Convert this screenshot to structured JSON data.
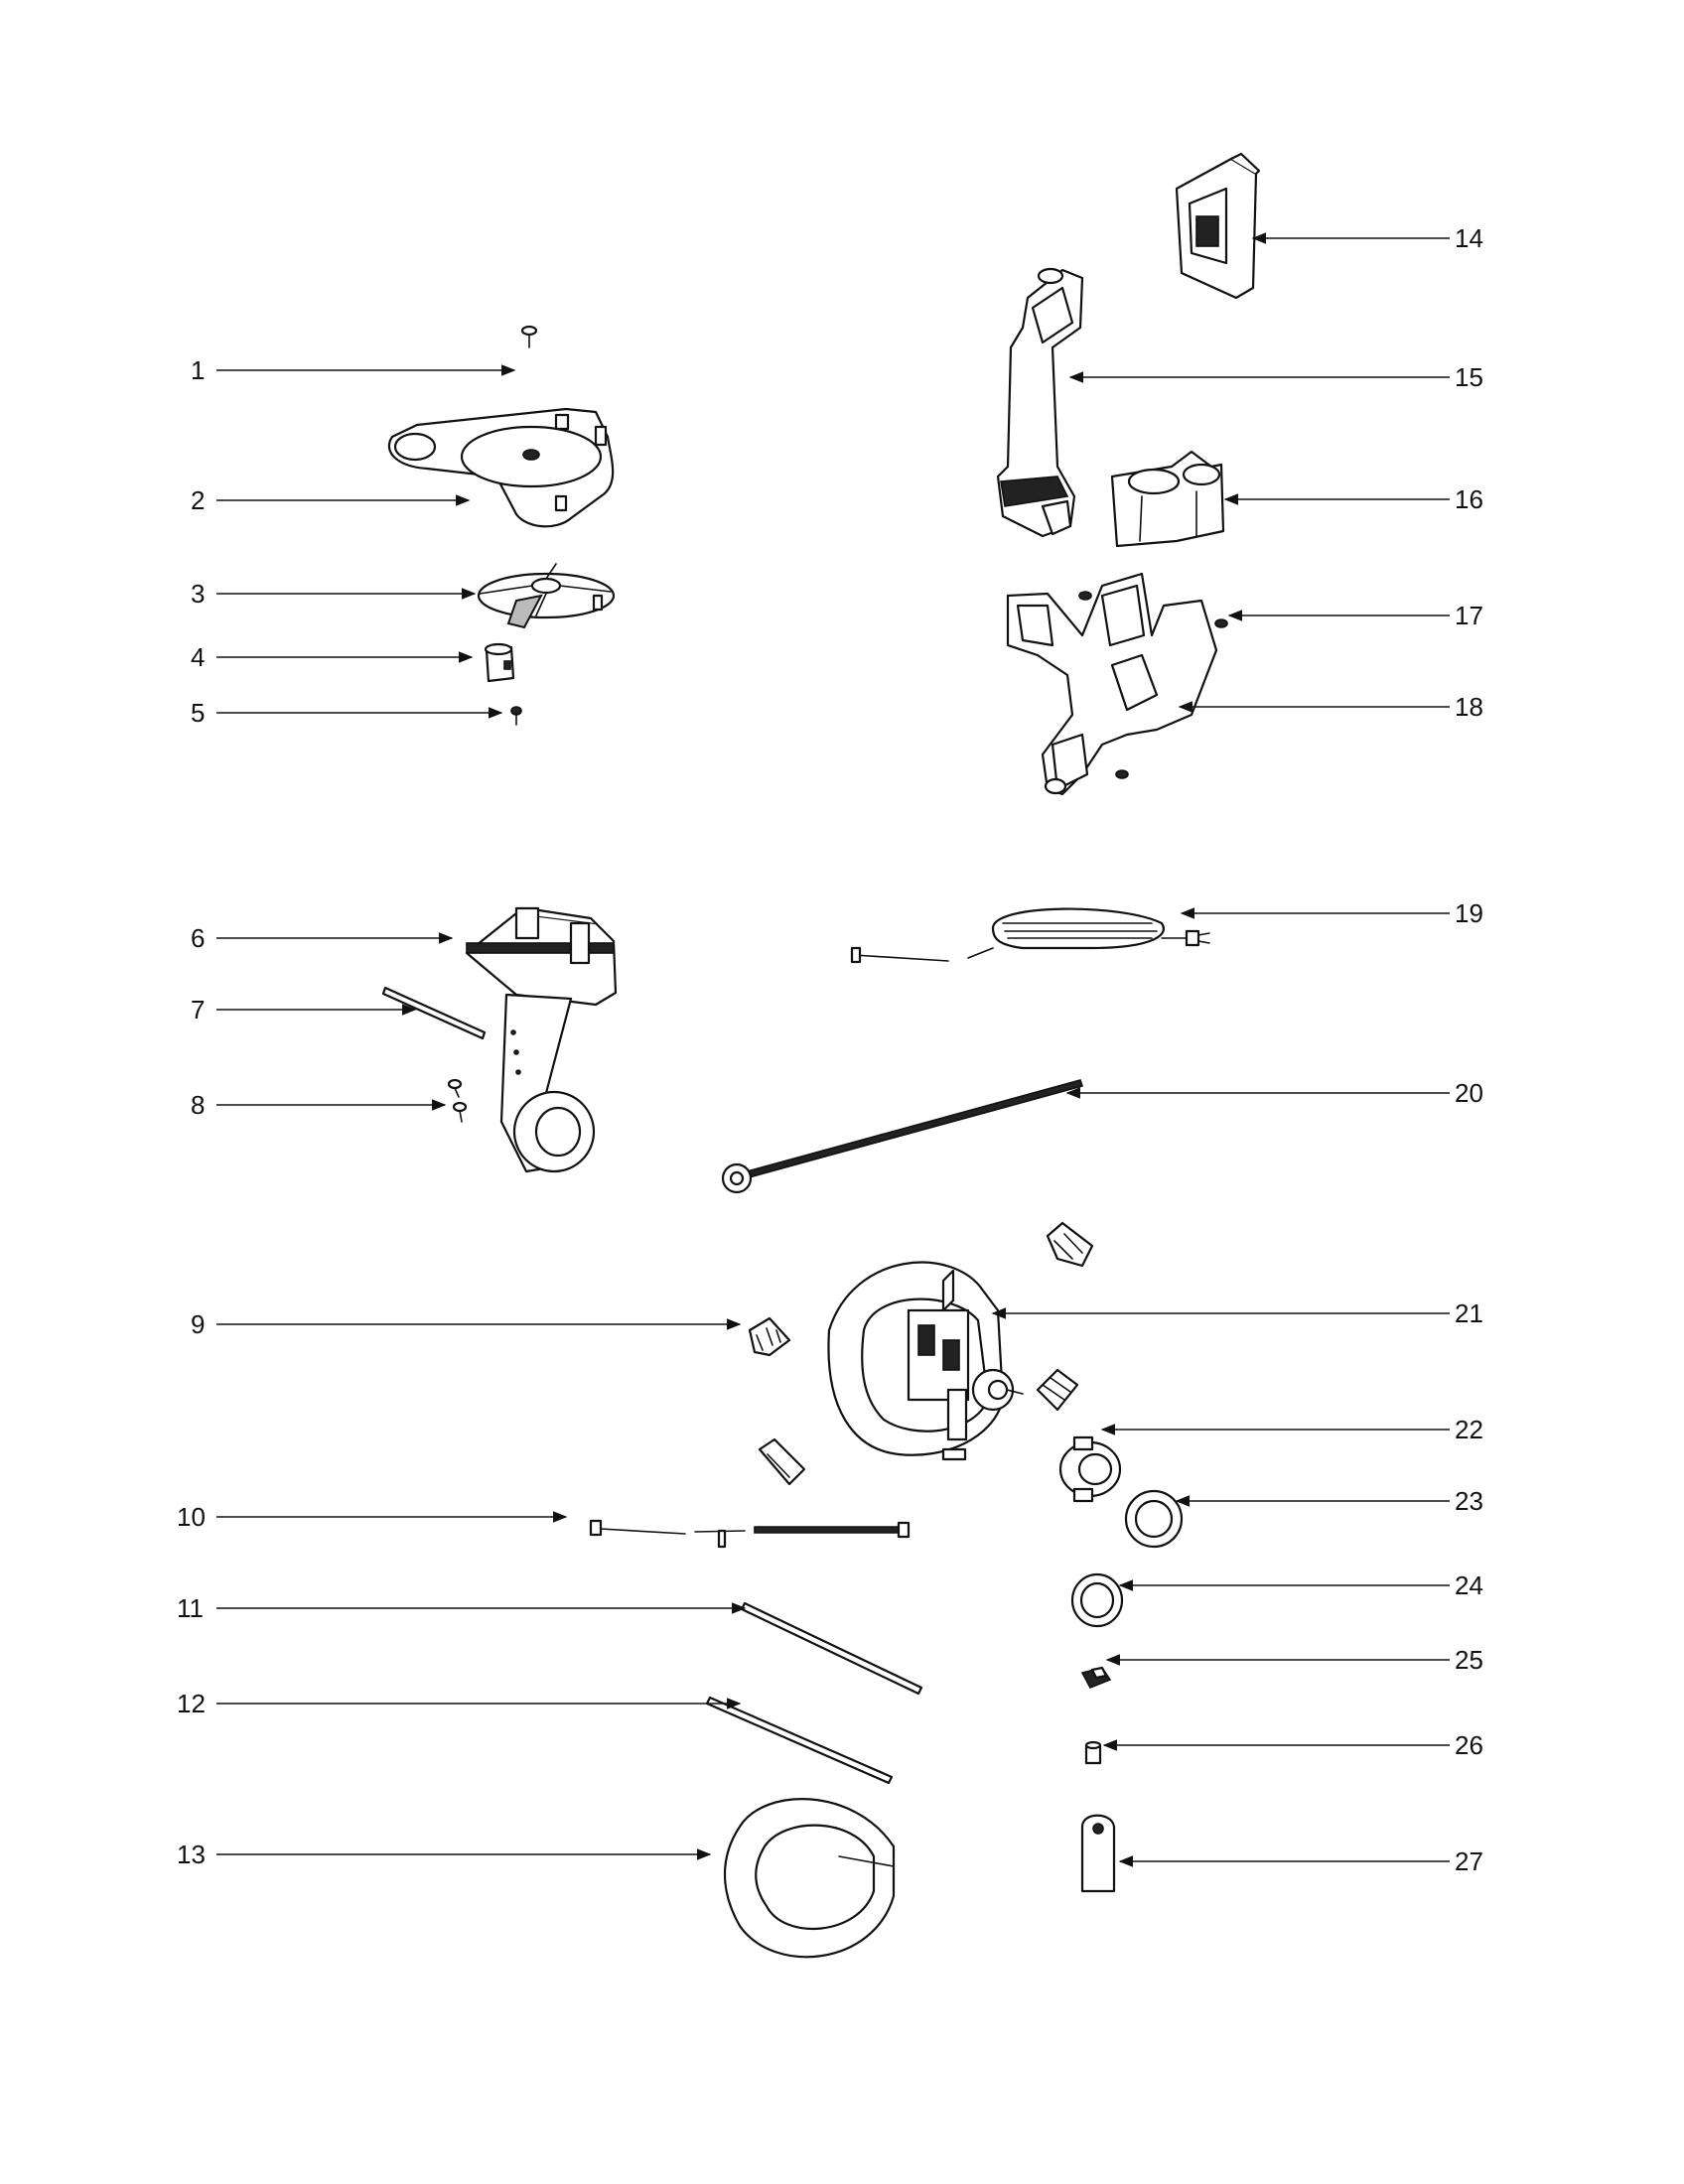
{
  "callouts": [
    {
      "number": "1"
    },
    {
      "number": "2"
    },
    {
      "number": "3"
    },
    {
      "number": "4"
    },
    {
      "number": "5"
    },
    {
      "number": "6"
    },
    {
      "number": "7"
    },
    {
      "number": "8"
    },
    {
      "number": "9"
    },
    {
      "number": "10"
    },
    {
      "number": "11"
    },
    {
      "number": "12"
    },
    {
      "number": "13"
    },
    {
      "number": "14"
    },
    {
      "number": "15"
    },
    {
      "number": "16"
    },
    {
      "number": "17"
    },
    {
      "number": "18"
    },
    {
      "number": "19"
    },
    {
      "number": "20"
    },
    {
      "number": "21"
    },
    {
      "number": "22"
    },
    {
      "number": "23"
    },
    {
      "number": "24"
    },
    {
      "number": "25"
    },
    {
      "number": "26"
    },
    {
      "number": "27"
    }
  ]
}
